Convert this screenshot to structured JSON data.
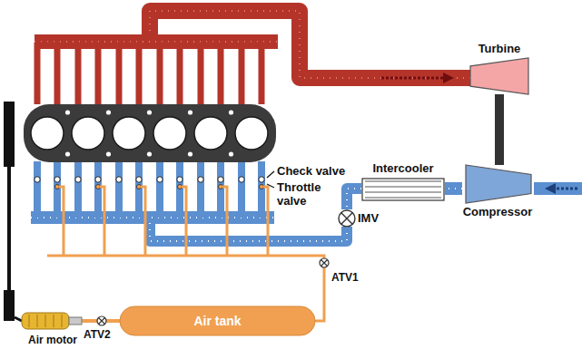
{
  "diagram": {
    "nodes": [
      {
        "text": [
          "Turbine"
        ]
      },
      {
        "text": [
          "Compressor"
        ]
      },
      {
        "text": [
          "Intercooler"
        ]
      },
      {
        "text": [
          "IMV"
        ]
      },
      {
        "text": [
          "Air tank"
        ]
      },
      {
        "text": [
          "Air motor"
        ]
      }
    ],
    "edges": [
      {
        "from": 0,
        "to": 1,
        "arrow": "none"
      },
      {
        "from": 1,
        "to": 2,
        "arrow": "none"
      },
      {
        "from": 2,
        "to": 3,
        "arrow": "none"
      },
      {
        "from": 4,
        "to": 5,
        "arrow": "none"
      }
    ],
    "labels": [
      "Check valve",
      "Throttle valve",
      "ATV1",
      "ATV2"
    ]
  }
}
